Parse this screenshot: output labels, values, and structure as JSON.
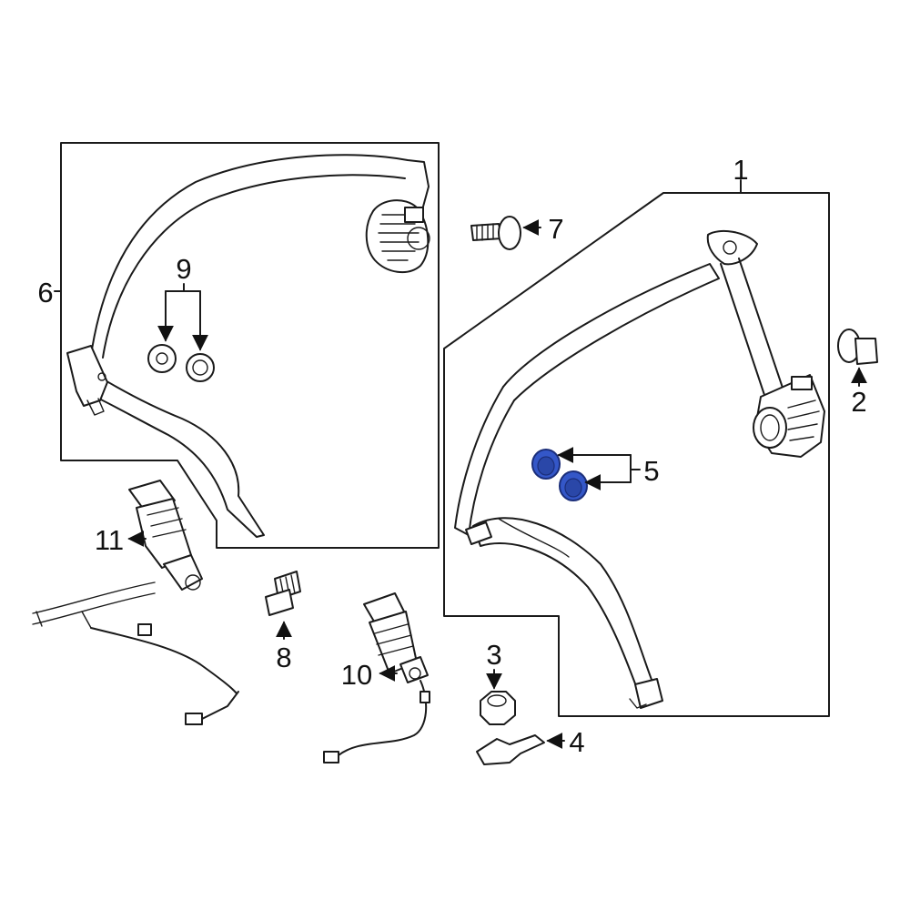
{
  "diagram": {
    "callouts": [
      {
        "id": "1",
        "label": "1"
      },
      {
        "id": "2",
        "label": "2"
      },
      {
        "id": "3",
        "label": "3"
      },
      {
        "id": "4",
        "label": "4"
      },
      {
        "id": "5",
        "label": "5",
        "highlighted": true
      },
      {
        "id": "6",
        "label": "6"
      },
      {
        "id": "7",
        "label": "7"
      },
      {
        "id": "8",
        "label": "8"
      },
      {
        "id": "9",
        "label": "9"
      },
      {
        "id": "10",
        "label": "10"
      },
      {
        "id": "11",
        "label": "11"
      }
    ],
    "colors": {
      "line": "#1a1a1a",
      "highlight": "#3457c8",
      "background": "#ffffff"
    }
  }
}
